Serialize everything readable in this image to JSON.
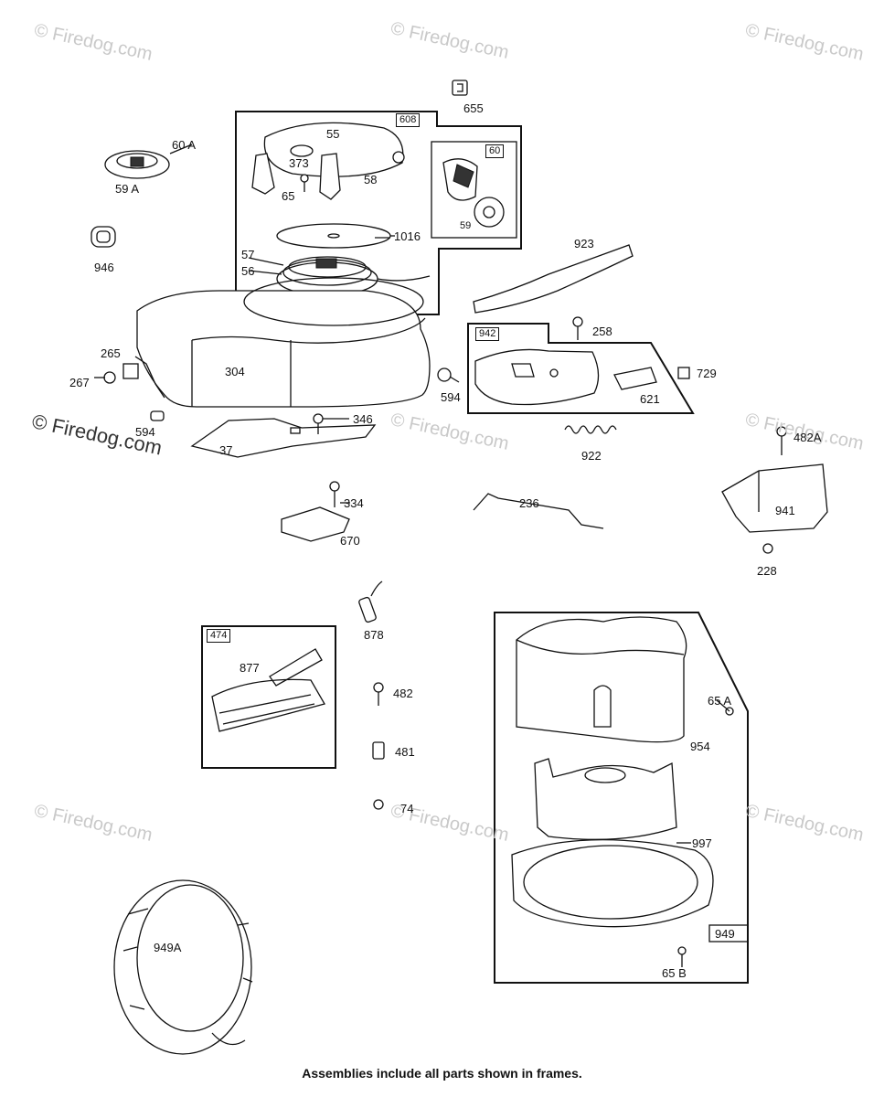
{
  "watermark": "© Firedog.com",
  "watermark_tr": "© Firedog.com",
  "watermark_bl": "© Firedog.com",
  "watermark_br": "© Firedog.com",
  "watermark_main": "© Firedog.com",
  "labels": {
    "p655": "655",
    "p608": "608",
    "p55": "55",
    "p60": "60",
    "p373": "373",
    "p58": "58",
    "p65": "65",
    "p59": "59",
    "p60A": "60 A",
    "p59A": "59 A",
    "p1016": "1016",
    "p946": "946",
    "p57": "57",
    "p56": "56",
    "p923": "923",
    "p942": "942",
    "p258": "258",
    "p265": "265",
    "p267": "267",
    "p304": "304",
    "p594a": "594",
    "p594b": "594",
    "p729": "729",
    "p621": "621",
    "p346": "346",
    "p37": "37",
    "p922": "922",
    "p482A": "482A",
    "p334": "334",
    "p236": "236",
    "p941": "941",
    "p670": "670",
    "p228": "228",
    "p878": "878",
    "p474": "474",
    "p877": "877",
    "p482": "482",
    "p65A": "65 A",
    "p954": "954",
    "p481": "481",
    "p74": "74",
    "p997": "997",
    "p949A": "949A",
    "p949": "949",
    "p65B": "65 B"
  },
  "caption": "Assemblies include all parts shown in frames."
}
